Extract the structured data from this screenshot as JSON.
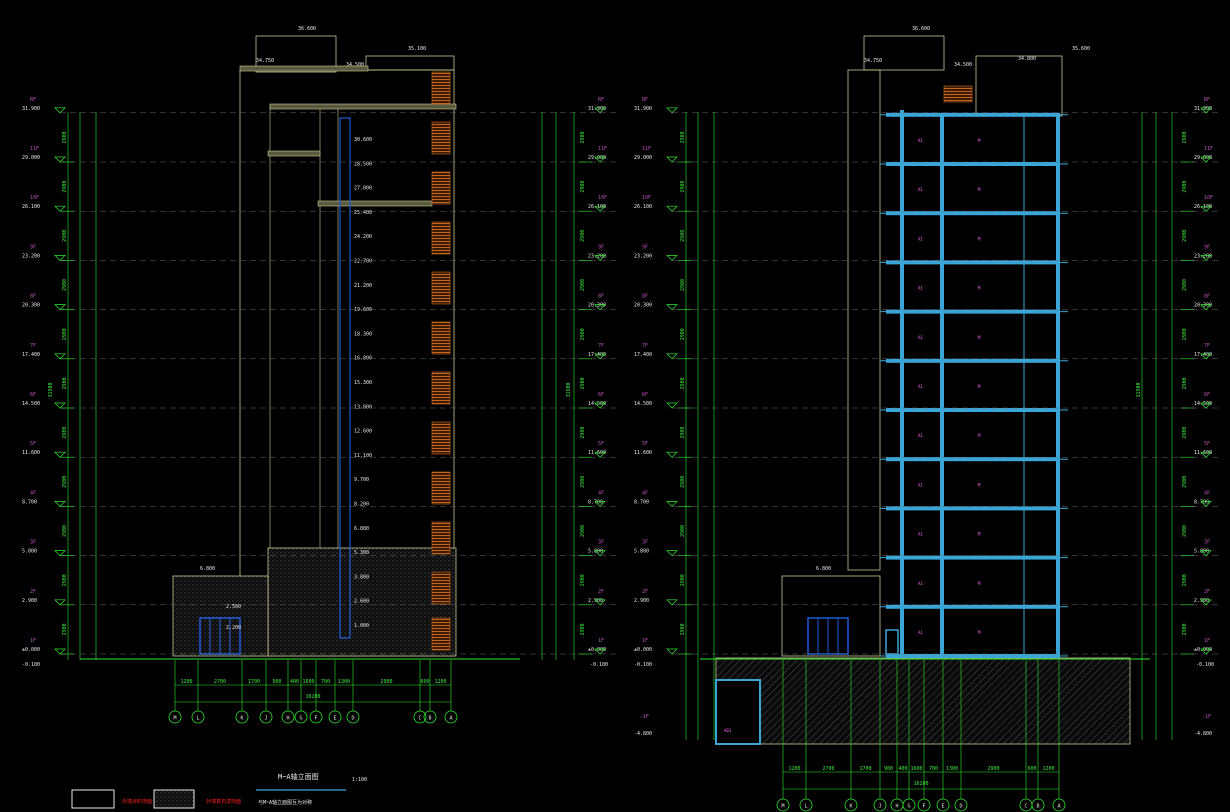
{
  "colors": {
    "background": "#000000",
    "dimension": "#2ee82e",
    "level_text": "#e8e8e8",
    "floor_label": "#c050c0",
    "outline": "#c8c890",
    "slab": "#3aa6d8",
    "window": "#1e5bd8",
    "shutter": "#c8641e",
    "hatch": "#9a9a9a",
    "axis": "#2ee82e",
    "red_note": "#ff2020",
    "grid_dash": "#6a6a6a"
  },
  "levels": [
    {
      "floor": "1F",
      "elev": "±0.000"
    },
    {
      "floor": "2F",
      "elev": "2.900"
    },
    {
      "floor": "3F",
      "elev": "5.800"
    },
    {
      "floor": "4F",
      "elev": "8.700"
    },
    {
      "floor": "5F",
      "elev": "11.600"
    },
    {
      "floor": "6F",
      "elev": "14.500"
    },
    {
      "floor": "7F",
      "elev": "17.400"
    },
    {
      "floor": "8F",
      "elev": "20.300"
    },
    {
      "floor": "9F",
      "elev": "23.200"
    },
    {
      "floor": "10F",
      "elev": "26.100"
    },
    {
      "floor": "11F",
      "elev": "29.000"
    },
    {
      "floor": "RF",
      "elev": "31.900"
    }
  ],
  "ground_elev": "-0.100",
  "basement": {
    "floor": "-1F",
    "elev": "-4.800"
  },
  "story_dims": [
    "2900",
    "2900",
    "2900",
    "2900",
    "2900",
    "2900",
    "2900",
    "2900",
    "2900",
    "2900",
    "2900"
  ],
  "total_height_dim": "31900",
  "top_elevations": {
    "left": [
      "36.600",
      "34.750",
      "34.500",
      "35.100"
    ],
    "right": [
      "36.600",
      "34.750",
      "34.500",
      "34.800",
      "35.600"
    ]
  },
  "annex_elev": "6.800",
  "door_elevs": [
    "2.500",
    "2.200"
  ],
  "stair_landing_elevs": [
    "30.600",
    "28.500",
    "27.000",
    "25.400",
    "24.200",
    "22.700",
    "21.200",
    "19.600",
    "18.300",
    "16.800",
    "15.300",
    "13.800",
    "12.600",
    "11.100",
    "9.700",
    "8.200",
    "6.800",
    "5.300",
    "3.800",
    "2.600",
    "1.000"
  ],
  "axes": {
    "left": [
      "M",
      "L",
      "K",
      "J",
      "H",
      "G",
      "F",
      "E",
      "D",
      "C",
      "B",
      "A"
    ],
    "right": [
      "M",
      "L",
      "K",
      "J",
      "H",
      "G",
      "F",
      "E",
      "D",
      "C",
      "B",
      "A"
    ]
  },
  "axis_dims": {
    "left": [
      "1200",
      "2700",
      "1700",
      "900",
      "400",
      "1600",
      "700",
      "1300",
      "2900",
      "600",
      "1200"
    ],
    "left_total": "16200",
    "right": [
      "1200",
      "2700",
      "1700",
      "900",
      "400",
      "1600",
      "700",
      "1300",
      "2900",
      "600",
      "1200"
    ],
    "right_total": "16200"
  },
  "room_tags": [
    "A1",
    "M"
  ],
  "section_tag": "A01",
  "footer": {
    "title": "M~A轴立面图",
    "scale": "1:100",
    "subtitle": "与M~A轴立面图互为对称",
    "legend_red_1": "外墙涂料饰面",
    "legend_red_2": "外墙真石漆饰面"
  }
}
